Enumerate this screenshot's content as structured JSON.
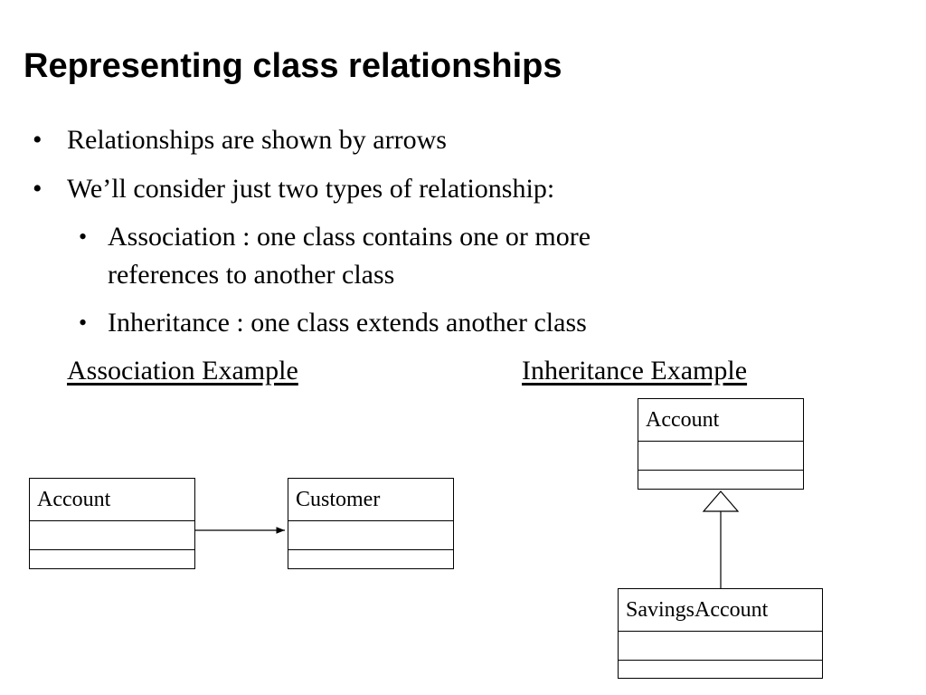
{
  "slide": {
    "title": "Representing class relationships",
    "bullets": [
      "Relationships are shown by arrows",
      "We’ll consider just two types of relationship:"
    ],
    "sub_bullets": [
      {
        "line1": "Association :  one class contains one or more",
        "line2": "references to another class"
      },
      {
        "line1": "Inheritance :  one class extends another class"
      }
    ],
    "bullet_char": "•",
    "association_heading": "Association Example",
    "inheritance_heading": "Inheritance Example"
  },
  "association": {
    "source_class": "Account",
    "target_class": "Customer",
    "arrow": "navigable-association"
  },
  "inheritance": {
    "parent_class": "Account",
    "child_class": "SavingsAccount",
    "arrow": "generalization-hollow-triangle"
  }
}
